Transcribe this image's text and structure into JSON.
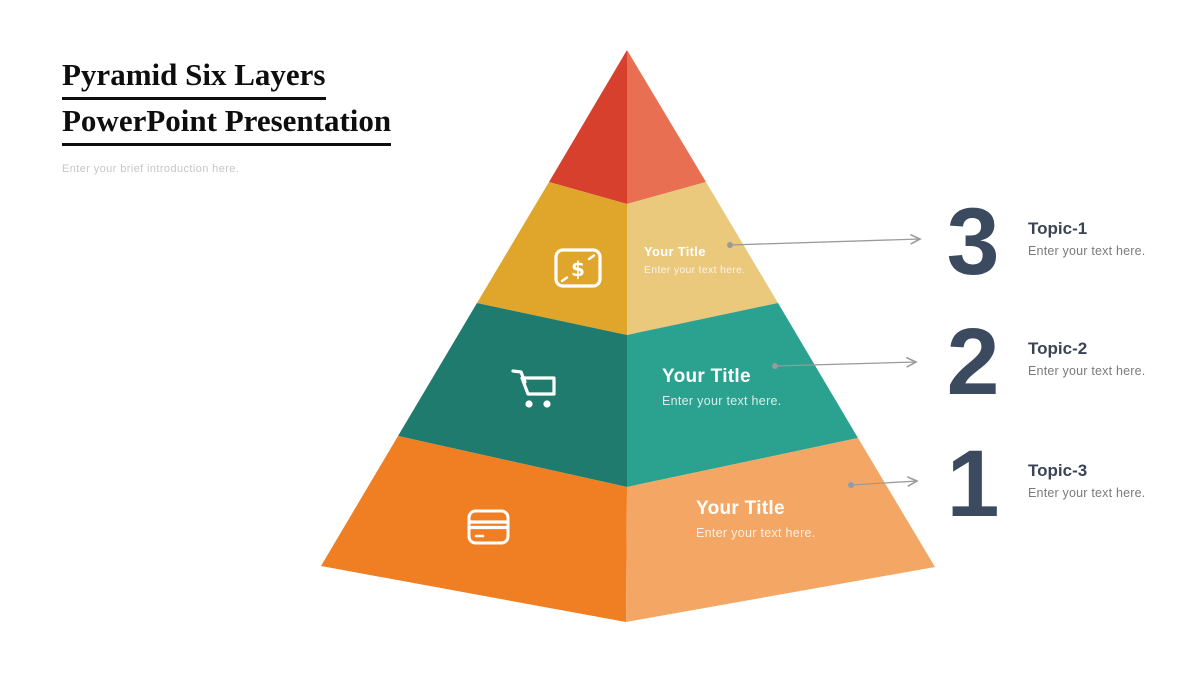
{
  "slide": {
    "title_line1": "Pyramid Six Layers",
    "title_line2": "PowerPoint Presentation",
    "intro_placeholder": "Enter your brief introduction here."
  },
  "pyramid": {
    "segments": [
      {
        "name": "peak",
        "left_color": "#d6402d",
        "right_color": "#e96f53"
      },
      {
        "name": "layer-top",
        "left_color": "#dfa62b",
        "right_color": "#eac87c",
        "icon": "banknote-dollar-icon",
        "title": "Your Title",
        "subtitle": "Enter your text here."
      },
      {
        "name": "layer-middle",
        "left_color": "#1f7b6e",
        "right_color": "#2ba18f",
        "icon": "shopping-cart-icon",
        "title": "Your Title",
        "subtitle": "Enter your text here."
      },
      {
        "name": "layer-bottom",
        "left_color": "#f07e23",
        "right_color": "#f4a765",
        "icon": "credit-card-icon",
        "title": "Your Title",
        "subtitle": "Enter your text here."
      }
    ],
    "dollar_sign": "$"
  },
  "topics": [
    {
      "number": "3",
      "title": "Topic-1",
      "subtitle": "Enter your text here."
    },
    {
      "number": "2",
      "title": "Topic-2",
      "subtitle": "Enter your text here."
    },
    {
      "number": "1",
      "title": "Topic-3",
      "subtitle": "Enter your text here."
    }
  ],
  "colors": {
    "number": "#3b4a5f",
    "topic_title": "#3a4454",
    "topic_subtitle": "#7b7b7b",
    "connector": "#9a9a9a",
    "title_text": "#0e0e0e",
    "intro_text": "#c6c6c6",
    "icon_stroke": "#ffffff"
  }
}
